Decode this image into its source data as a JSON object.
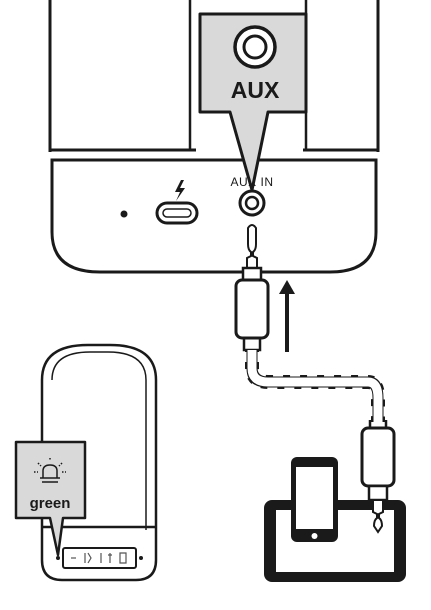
{
  "callouts": {
    "port_label": "AUX",
    "jack_label": "AUX IN",
    "led_color_label": "green"
  }
}
